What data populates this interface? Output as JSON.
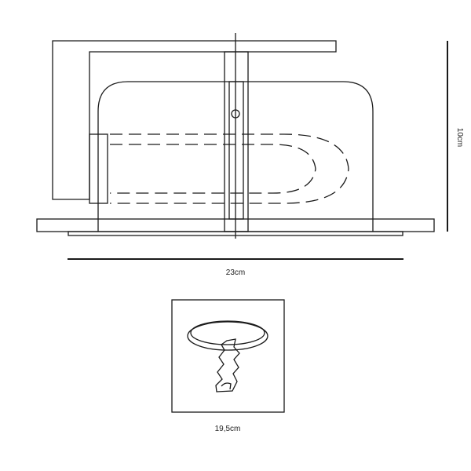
{
  "dimensions": {
    "width_label": "23cm",
    "height_label": "10cm",
    "detail_width_label": "19,5cm"
  },
  "views": [
    "side-elevation",
    "key-detail"
  ]
}
